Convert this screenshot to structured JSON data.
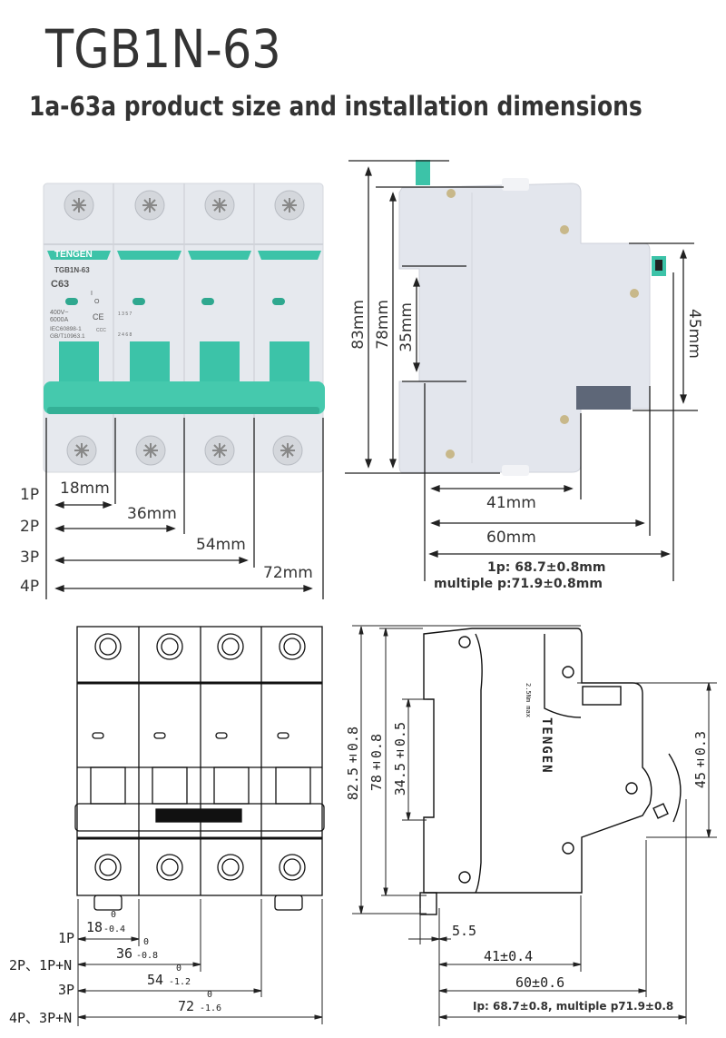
{
  "header": {
    "title": "TGB1N-63",
    "subtitle": "1a-63a product size and installation dimensions"
  },
  "colors": {
    "accent_teal": "#3cc3a8",
    "body_grey": "#e4e7ed",
    "text": "#333333"
  },
  "photo_front": {
    "brand": "TENGEN",
    "model": "TGB1N-63",
    "rating": "C63",
    "voltage": "400V~",
    "breaking_capacity": "6000A",
    "standard_1": "IEC60898-1",
    "standard_2": "GB/T10963.1",
    "switch_symbol_on": "I",
    "switch_symbol_off": "O",
    "ce_mark": "CE",
    "ccc_mark": "CCC",
    "terminal_numbers_top": "1 3 5 7",
    "terminal_numbers_bottom": "2 4 6 8",
    "poles": 4
  },
  "photo_width_dims": [
    {
      "pole": "1P",
      "value": "18mm"
    },
    {
      "pole": "2P",
      "value": "36mm"
    },
    {
      "pole": "3P",
      "value": "54mm"
    },
    {
      "pole": "4P",
      "value": "72mm"
    }
  ],
  "photo_side_dims": {
    "overall_height": "83mm",
    "body_height": "78mm",
    "din_rail": "35mm",
    "front_height": "45mm",
    "depth_to_step": "41mm",
    "depth_to_front": "60mm",
    "total_depth_1p": "1p: 68.7±0.8mm",
    "total_depth_multi": "multiple p:71.9±0.8mm"
  },
  "drawing_width_dims": [
    {
      "pole": "1P",
      "nominal": "18",
      "upper_tol": "0",
      "lower_tol": "-0.4"
    },
    {
      "pole": "2P、1P+N",
      "nominal": "36",
      "upper_tol": "0",
      "lower_tol": "-0.8"
    },
    {
      "pole": "3P",
      "nominal": "54",
      "upper_tol": "0",
      "lower_tol": "-1.2"
    },
    {
      "pole": "4P、3P+N",
      "nominal": "72",
      "upper_tol": "0",
      "lower_tol": "-1.6"
    }
  ],
  "drawing_side_dims": {
    "overall_height": "82.5±0.8",
    "body_height": "78±0.8",
    "din_rail": "34.5±0.5",
    "front_height": "45±0.3",
    "rail_offset": "5.5",
    "depth_to_step": "41±0.4",
    "depth_to_front": "60±0.6",
    "total_depth": "Ip: 68.7±0.8, multiple p71.9±0.8",
    "brand_mark": "TENGEN",
    "torque_note": "2.5Nm max"
  }
}
